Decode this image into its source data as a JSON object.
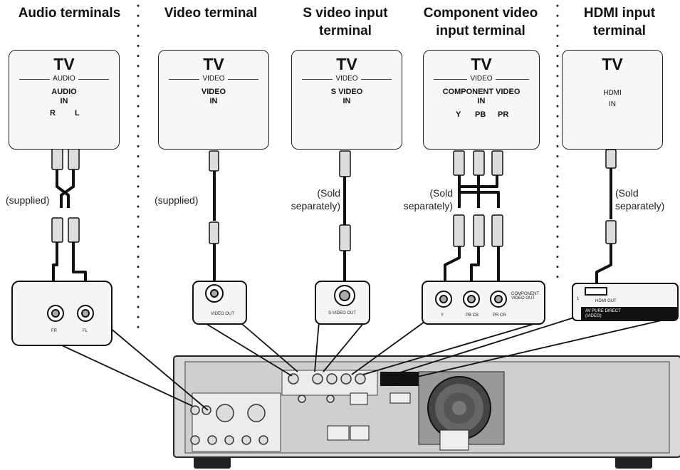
{
  "headings": {
    "audio": "Audio terminals",
    "video": "Video terminal",
    "svideo": "S video input\nterminal",
    "component": "Component video\ninput terminal",
    "hdmi": "HDMI input\nterminal"
  },
  "tv_panels": {
    "audio": {
      "tv": "TV",
      "group": "AUDIO",
      "label": "AUDIO\nIN",
      "jacks": [
        "R",
        "L"
      ]
    },
    "video": {
      "tv": "TV",
      "group": "VIDEO",
      "label": "VIDEO\nIN"
    },
    "svideo": {
      "tv": "TV",
      "group": "VIDEO",
      "label": "S VIDEO\nIN"
    },
    "component": {
      "tv": "TV",
      "group": "VIDEO",
      "label": "COMPONENT VIDEO\nIN",
      "jacks": [
        "Y",
        "PB",
        "PR"
      ]
    },
    "hdmi": {
      "tv": "TV",
      "label": "HDMI\nIN"
    }
  },
  "cable_captions": {
    "audio": "(supplied)",
    "video": "(supplied)",
    "svideo": "(Sold\nseparately)",
    "component": "(Sold\nseparately)",
    "hdmi": "(Sold\nseparately)"
  },
  "player_panels": {
    "audio_jacks": [
      "FR",
      "FL"
    ],
    "video_out": "VIDEO OUT",
    "svideo_out": "S-VIDEO OUT",
    "component_jacks": [
      "Y",
      "PB CB",
      "PR CR"
    ],
    "component_out": "COMPONENT\nVIDEO OUT",
    "hdmi_out": "HDMI OUT",
    "hdmi_num": "1",
    "hdmi_badge": "AV PURE DIRECT\n(VIDEO)"
  }
}
